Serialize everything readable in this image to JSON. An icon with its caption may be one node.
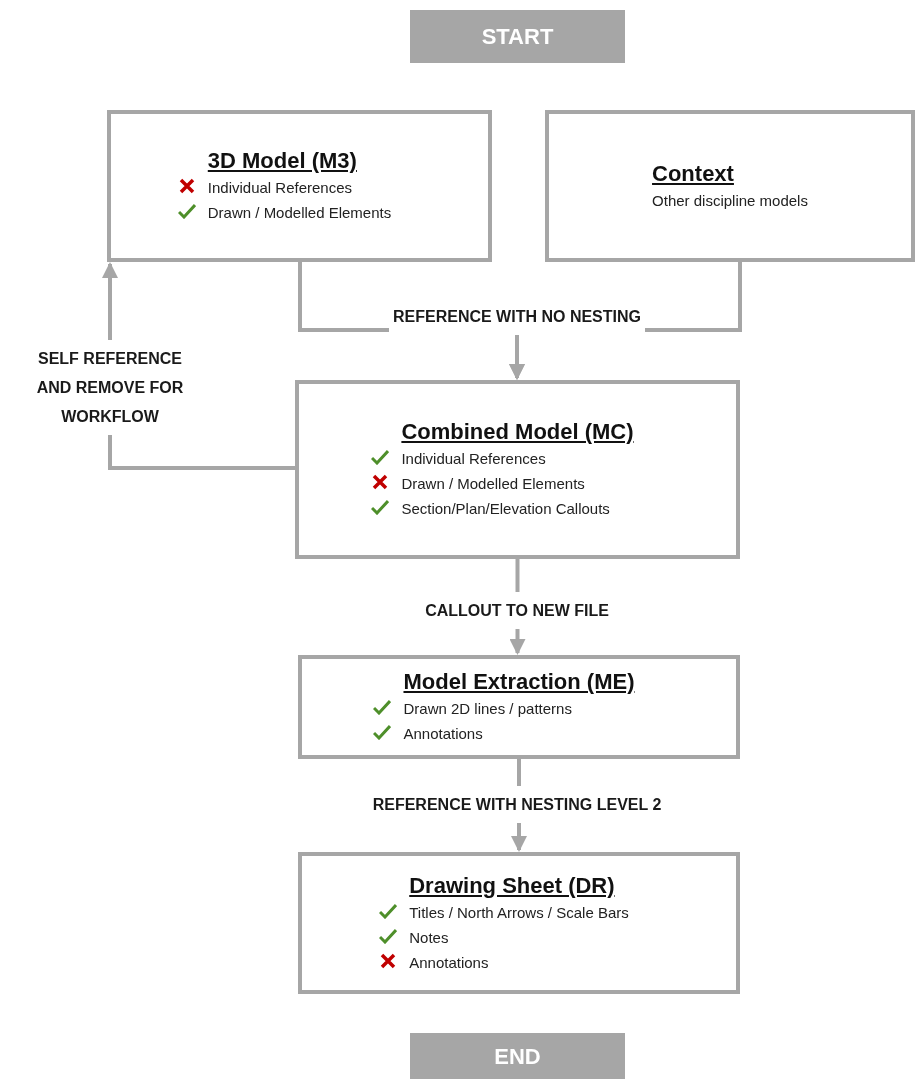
{
  "diagram": {
    "nodes": [
      {
        "text": [
          "START"
        ]
      },
      {
        "text": [
          "3D Model (M3)",
          "Individual References",
          "Drawn / Modelled Elements"
        ]
      },
      {
        "text": [
          "Context",
          "Other discipline models"
        ]
      },
      {
        "text": [
          "Combined Model (MC)",
          "Individual References",
          "Drawn / Modelled Elements",
          "Section/Plan/Elevation Callouts"
        ]
      },
      {
        "text": [
          "Model Extraction (ME)",
          "Drawn 2D lines / patterns",
          "Annotations"
        ]
      },
      {
        "text": [
          "Drawing Sheet (DR)",
          "Titles / North Arrows / Scale Bars",
          "Notes",
          "Annotations"
        ]
      },
      {
        "text": [
          "END"
        ]
      }
    ],
    "edges": [
      {
        "from": 1,
        "to": 3,
        "arrow": "to",
        "label": "REFERENCE WITH NO NESTING"
      },
      {
        "from": 2,
        "to": 3,
        "arrow": "to"
      },
      {
        "from": 3,
        "to": 1,
        "arrow": "to",
        "label": "SELF REFERENCE AND REMOVE FOR WORKFLOW"
      },
      {
        "from": 3,
        "to": 4,
        "arrow": "to",
        "label": "CALLOUT TO NEW FILE"
      },
      {
        "from": 4,
        "to": 5,
        "arrow": "to",
        "label": "REFERENCE WITH NESTING LEVEL 2"
      }
    ]
  }
}
